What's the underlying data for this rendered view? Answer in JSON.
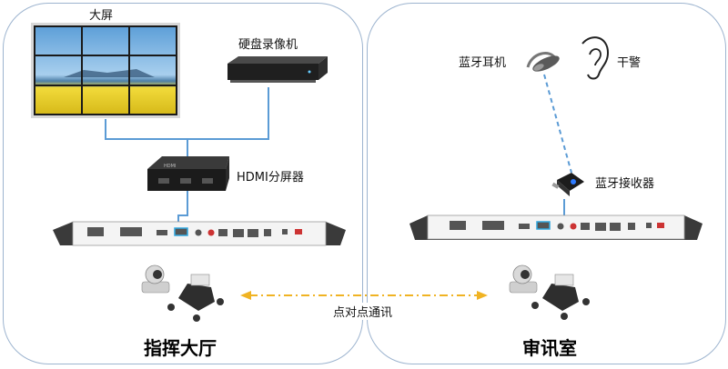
{
  "left": {
    "label_screen": "大屏",
    "label_nvr": "硬盘录像机",
    "label_hdmi": "HDMI分屏器",
    "title": "指挥大厅"
  },
  "right": {
    "label_earphone": "蓝牙耳机",
    "label_police": "干警",
    "label_receiver": "蓝牙接收器",
    "title": "审讯室"
  },
  "link": {
    "label": "点对点通讯"
  },
  "colors": {
    "panel_border": "#9db4cf",
    "connector": "#5b9bd5",
    "p2p_arrow": "#f0b323"
  },
  "icons": [
    "video-wall",
    "nvr",
    "hdmi-splitter",
    "codec-box",
    "camera",
    "conference-phone",
    "bluetooth-earphone",
    "ear",
    "bluetooth-receiver"
  ]
}
